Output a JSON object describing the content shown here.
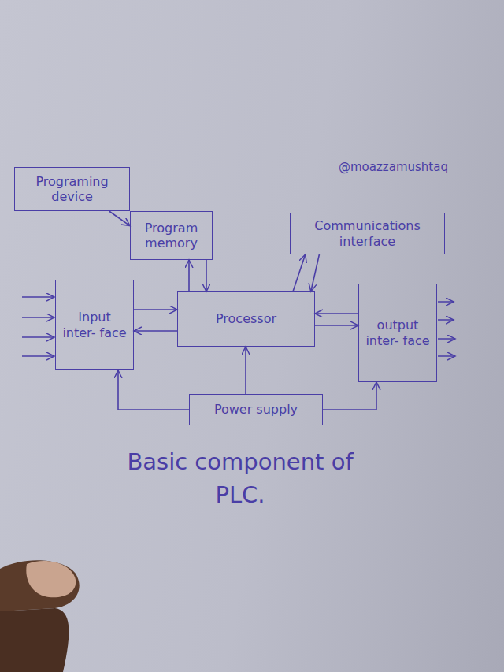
{
  "diagram": {
    "caption": "Basic component of PLC.",
    "nodes": [
      {
        "text": [
          "Programing device"
        ]
      },
      {
        "text": [
          "Program memory"
        ]
      },
      {
        "text": [
          "Communications interface"
        ]
      },
      {
        "text": [
          "Input inter- face"
        ]
      },
      {
        "text": [
          "Processor"
        ]
      },
      {
        "text": [
          "output inter- face"
        ]
      },
      {
        "text": [
          "Power supply"
        ]
      }
    ],
    "edges": [
      {
        "from": 0,
        "to": 1,
        "arrow": "to"
      },
      {
        "from": 4,
        "to": 1,
        "arrow": "to"
      },
      {
        "from": 1,
        "to": 4,
        "arrow": "to"
      },
      {
        "from": 4,
        "to": 2,
        "arrow": "to"
      },
      {
        "from": 2,
        "to": 4,
        "arrow": "to"
      },
      {
        "from": 3,
        "to": 4,
        "arrow": "to"
      },
      {
        "from": 4,
        "to": 3,
        "arrow": "to"
      },
      {
        "from": 5,
        "to": 4,
        "arrow": "to"
      },
      {
        "from": 4,
        "to": 5,
        "arrow": "to"
      },
      {
        "from": 6,
        "to": 3,
        "arrow": "to"
      },
      {
        "from": 6,
        "to": 4,
        "arrow": "to"
      },
      {
        "from": 6,
        "to": 5,
        "arrow": "to"
      }
    ],
    "labels": [
      "@moazzamushtaq"
    ]
  }
}
